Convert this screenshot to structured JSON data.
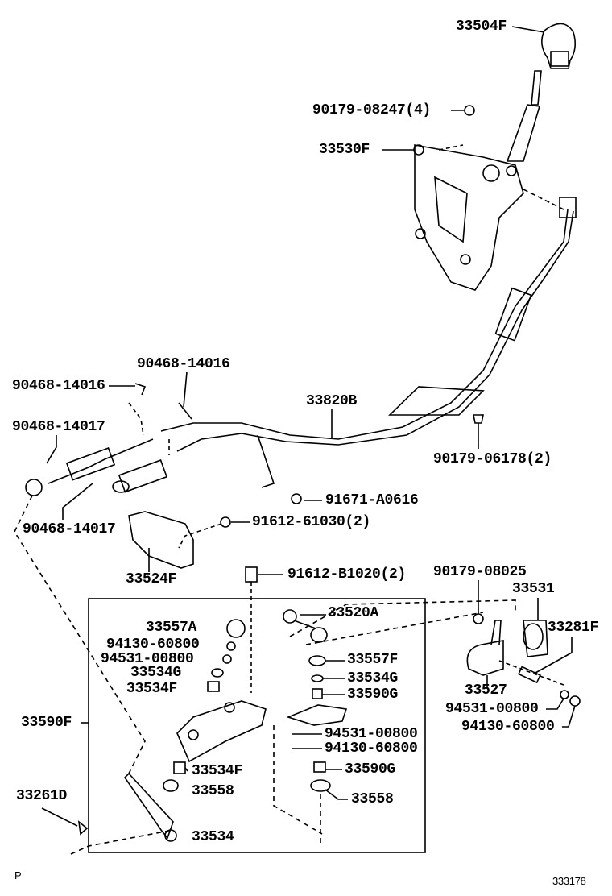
{
  "diagram": {
    "part_labels": [
      {
        "id": "33504F",
        "text": "33504F"
      },
      {
        "id": "90179-08247",
        "text": "90179-08247(4)"
      },
      {
        "id": "33530F",
        "text": "33530F"
      },
      {
        "id": "90468-14016-a",
        "text": "90468-14016"
      },
      {
        "id": "90468-14016-b",
        "text": "90468-14016"
      },
      {
        "id": "33820B",
        "text": "33820B"
      },
      {
        "id": "90468-14017-a",
        "text": "90468-14017"
      },
      {
        "id": "90179-06178",
        "text": "90179-06178(2)"
      },
      {
        "id": "91671-A0616",
        "text": "91671-A0616"
      },
      {
        "id": "90468-14017-b",
        "text": "90468-14017"
      },
      {
        "id": "91612-61030",
        "text": "91612-61030(2)"
      },
      {
        "id": "33524F",
        "text": "33524F"
      },
      {
        "id": "91612-B1020",
        "text": "91612-B1020(2)"
      },
      {
        "id": "90179-08025",
        "text": "90179-08025"
      },
      {
        "id": "33531",
        "text": "33531"
      },
      {
        "id": "33520A",
        "text": "33520A"
      },
      {
        "id": "33281F",
        "text": "33281F"
      },
      {
        "id": "33557A",
        "text": "33557A"
      },
      {
        "id": "94130-60800-a",
        "text": "94130-60800"
      },
      {
        "id": "94531-00800-a",
        "text": "94531-00800"
      },
      {
        "id": "33557F",
        "text": "33557F"
      },
      {
        "id": "33534G-a",
        "text": "33534G"
      },
      {
        "id": "33534G-b",
        "text": "33534G"
      },
      {
        "id": "33534F-a",
        "text": "33534F"
      },
      {
        "id": "33590G-a",
        "text": "33590G"
      },
      {
        "id": "33527",
        "text": "33527"
      },
      {
        "id": "94531-00800-b",
        "text": "94531-00800"
      },
      {
        "id": "33590F",
        "text": "33590F"
      },
      {
        "id": "94130-60800-b",
        "text": "94130-60800"
      },
      {
        "id": "94531-00800-c",
        "text": "94531-00800"
      },
      {
        "id": "94130-60800-c",
        "text": "94130-60800"
      },
      {
        "id": "33534F-b",
        "text": "33534F"
      },
      {
        "id": "33590G-b",
        "text": "33590G"
      },
      {
        "id": "33558-a",
        "text": "33558"
      },
      {
        "id": "33261D",
        "text": "33261D"
      },
      {
        "id": "33558-b",
        "text": "33558"
      },
      {
        "id": "33534",
        "text": "33534"
      }
    ],
    "corner_mark": "P",
    "illustration_number": "333178"
  }
}
